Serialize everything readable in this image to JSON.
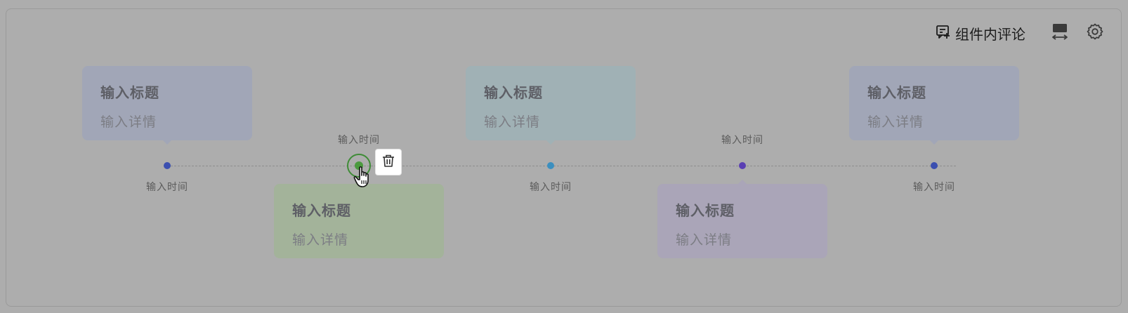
{
  "toolbar": {
    "comment_label": "组件内评论",
    "comment_icon": "comment-add-icon",
    "swap_icon": "width-swap-icon",
    "settings_icon": "gear-icon"
  },
  "colors": {
    "backdrop": "#adadad",
    "active_ring": "#3f8c37"
  },
  "timeline": {
    "nodes": [
      {
        "dot_color": "#3b4fb0",
        "card": {
          "title": "输入标题",
          "detail": "输入详情",
          "bg": "#a1a6b7"
        },
        "time": "输入时间",
        "card_side": "top"
      },
      {
        "dot_color": "#4b9a3f",
        "active": true,
        "card": {
          "title": "输入标题",
          "detail": "输入详情",
          "bg": "#a3b39a"
        },
        "time": "输入时间",
        "card_side": "bottom"
      },
      {
        "dot_color": "#3b8fbf",
        "card": {
          "title": "输入标题",
          "detail": "输入详情",
          "bg": "#a0b1b5"
        },
        "time": "输入时间",
        "card_side": "top"
      },
      {
        "dot_color": "#5a3fb3",
        "card": {
          "title": "输入标题",
          "detail": "输入详情",
          "bg": "#aaa5b8"
        },
        "time": "输入时间",
        "card_side": "bottom"
      },
      {
        "dot_color": "#3b4fb0",
        "card": {
          "title": "输入标题",
          "detail": "输入详情",
          "bg": "#a1a6b7"
        },
        "time": "输入时间",
        "card_side": "top"
      }
    ]
  },
  "delete_icon": "trash-icon",
  "cursor_icon": "hand-pointer-icon"
}
